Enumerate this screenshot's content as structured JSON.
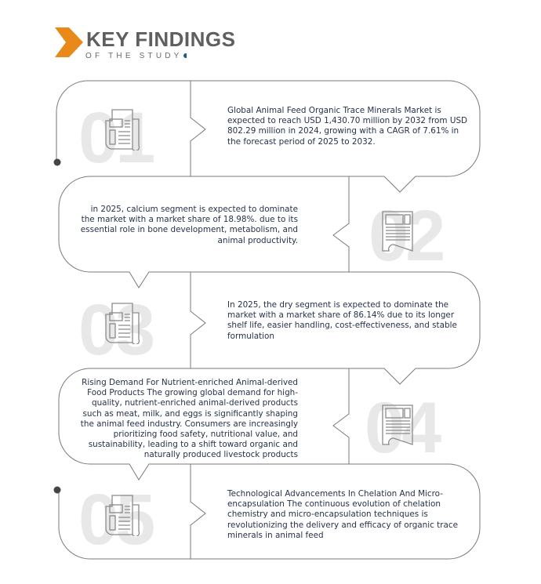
{
  "header": {
    "title": "KEY FINDINGS",
    "subtitle": "OF THE STUDY"
  },
  "colors": {
    "accent": "#e8891a",
    "title": "#5f5f5f",
    "number": "#e8e8e8",
    "text": "#26324a",
    "line": "#7a7a7a"
  },
  "findings": [
    {
      "number": "01",
      "icon": "newspaper-icon",
      "text": "Global Animal Feed Organic Trace Minerals Market is expected to reach USD 1,430.70 million by 2032 from USD 802.29 million in 2024, growing with a CAGR of 7.61% in the forecast period of 2025 to 2032."
    },
    {
      "number": "02",
      "icon": "newspaper-icon",
      "text": "in 2025, calcium segment is expected to dominate the market with a market share of 18.98%. due to its essential role in bone development, metabolism, and animal productivity."
    },
    {
      "number": "03",
      "icon": "newspaper-icon",
      "text": "In 2025, the dry segment is expected to dominate the market with a market share of 86.14%  due to its longer shelf life, easier handling, cost-effectiveness, and stable formulation"
    },
    {
      "number": "04",
      "icon": "newspaper-icon",
      "text": "Rising Demand For Nutrient-enriched Animal-derived Food Products The growing global demand for high-quality, nutrient-enriched animal-derived products such as meat, milk, and eggs is significantly shaping the animal feed industry. Consumers are increasingly prioritizing food safety, nutritional value, and sustainability, leading to a shift toward organic and naturally produced livestock products"
    },
    {
      "number": "05",
      "icon": "newspaper-icon",
      "text": "Technological Advancements In Chelation And Micro-encapsulation The continuous evolution of chelation chemistry and micro-encapsulation techniques is revolutionizing the delivery and efficacy of organic trace minerals in animal feed"
    }
  ]
}
